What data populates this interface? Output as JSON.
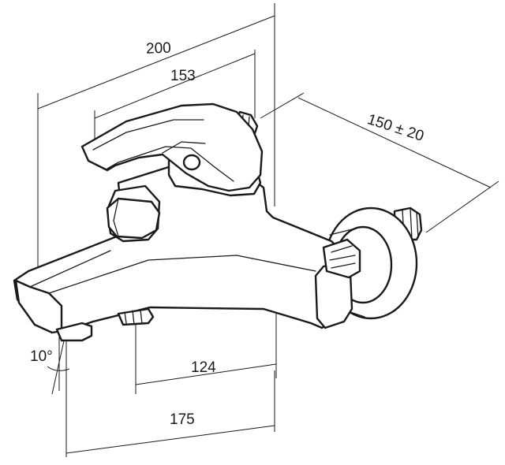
{
  "dimensions": {
    "overall_width": "200",
    "handle_width": "153",
    "connection_spacing": "150 ± 20",
    "spout_to_bottom_outlet": "124",
    "spout_projection": "175",
    "spout_angle": "10°"
  }
}
